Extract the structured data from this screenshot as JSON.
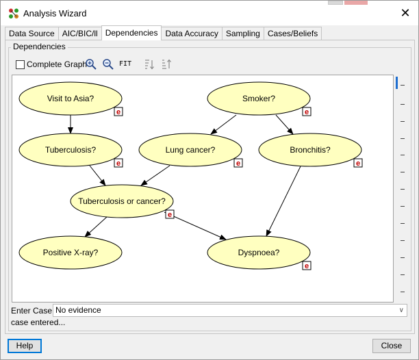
{
  "window": {
    "title": "Analysis Wizard",
    "close_glyph": "✕"
  },
  "tabs": [
    {
      "label": "Data Source",
      "active": false
    },
    {
      "label": "AIC/BIC/ll",
      "active": false
    },
    {
      "label": "Dependencies",
      "active": true
    },
    {
      "label": "Data Accuracy",
      "active": false
    },
    {
      "label": "Sampling",
      "active": false
    },
    {
      "label": "Cases/Beliefs",
      "active": false
    }
  ],
  "group": {
    "label": "Dependencies"
  },
  "toolbar": {
    "complete_graph_label": "Complete Graph",
    "complete_graph_checked": false,
    "zoom_in_icon": "zoom-in-icon",
    "zoom_out_icon": "zoom-out-icon",
    "fit_label": "FIT",
    "sort_desc_icon": "sort-descending-icon",
    "sort_asc_icon": "sort-ascending-icon"
  },
  "graph": {
    "node_fill": "#ffffc0",
    "badge_text": "e",
    "badge_color": "#c00000",
    "nodes": [
      {
        "id": "asia",
        "label": "Visit to Asia?"
      },
      {
        "id": "smoker",
        "label": "Smoker?"
      },
      {
        "id": "tb",
        "label": "Tuberculosis?"
      },
      {
        "id": "lung",
        "label": "Lung cancer?"
      },
      {
        "id": "bronc",
        "label": "Bronchitis?"
      },
      {
        "id": "tborca",
        "label": "Tuberculosis or cancer?"
      },
      {
        "id": "xray",
        "label": "Positive X-ray?"
      },
      {
        "id": "dysp",
        "label": "Dyspnoea?"
      }
    ],
    "edges": [
      [
        "asia",
        "tb"
      ],
      [
        "smoker",
        "lung"
      ],
      [
        "smoker",
        "bronc"
      ],
      [
        "tb",
        "tborca"
      ],
      [
        "lung",
        "tborca"
      ],
      [
        "tborca",
        "xray"
      ],
      [
        "tborca",
        "dysp"
      ],
      [
        "bronc",
        "dysp"
      ]
    ]
  },
  "case": {
    "label": "Enter Case:",
    "value": "No evidence"
  },
  "status": "case entered...",
  "buttons": {
    "help": "Help",
    "close": "Close"
  }
}
